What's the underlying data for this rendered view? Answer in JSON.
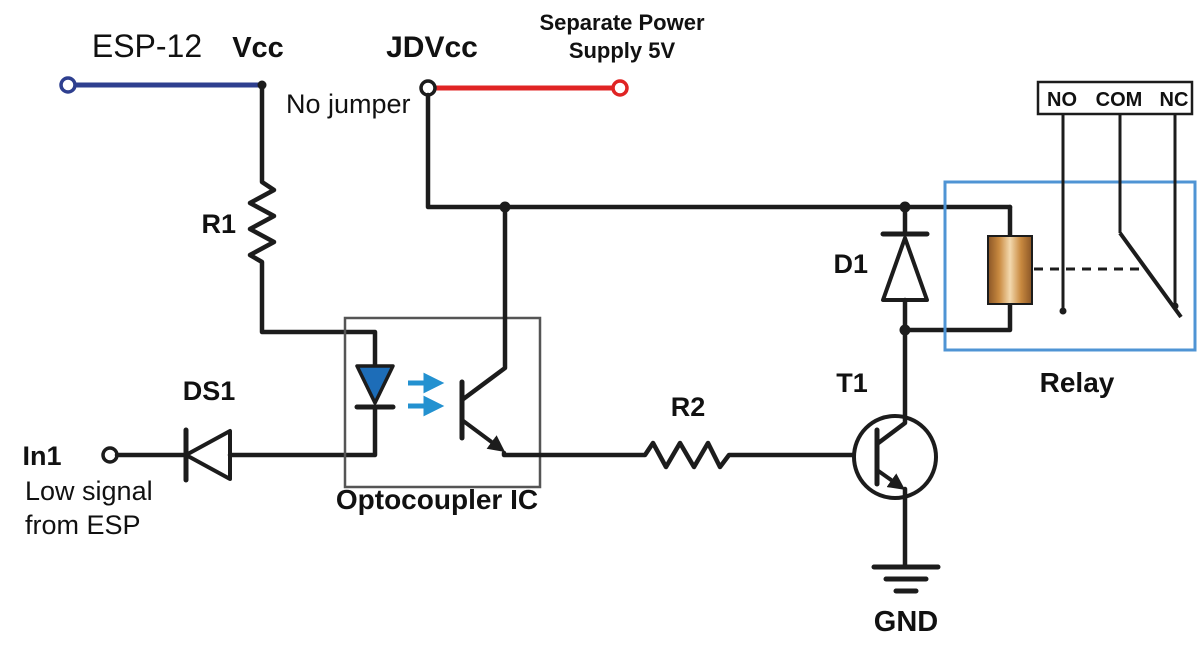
{
  "labels": {
    "esp12": "ESP-12",
    "vcc": "Vcc",
    "no_jumper": "No jumper",
    "jdvcc": "JDVcc",
    "separate_power_line1": "Separate Power",
    "separate_power_line2": "Supply 5V",
    "r1": "R1",
    "ds1": "DS1",
    "in1": "In1",
    "low_signal_line1": "Low signal",
    "low_signal_line2": "from ESP",
    "optocoupler": "Optocoupler IC",
    "r2": "R2",
    "t1": "T1",
    "d1": "D1",
    "relay": "Relay",
    "gnd": "GND"
  },
  "relay_contacts": {
    "no": "NO",
    "com": "COM",
    "nc": "NC"
  },
  "colors": {
    "wire_black": "#1c1c1c",
    "wire_blue": "#2e3f8f",
    "wire_red": "#e02424",
    "light_arrow_blue": "#2391d0",
    "led_fill": "#1d6db8",
    "relay_box_blue": "#4f94d4",
    "coil_brown": "#b5793a"
  }
}
